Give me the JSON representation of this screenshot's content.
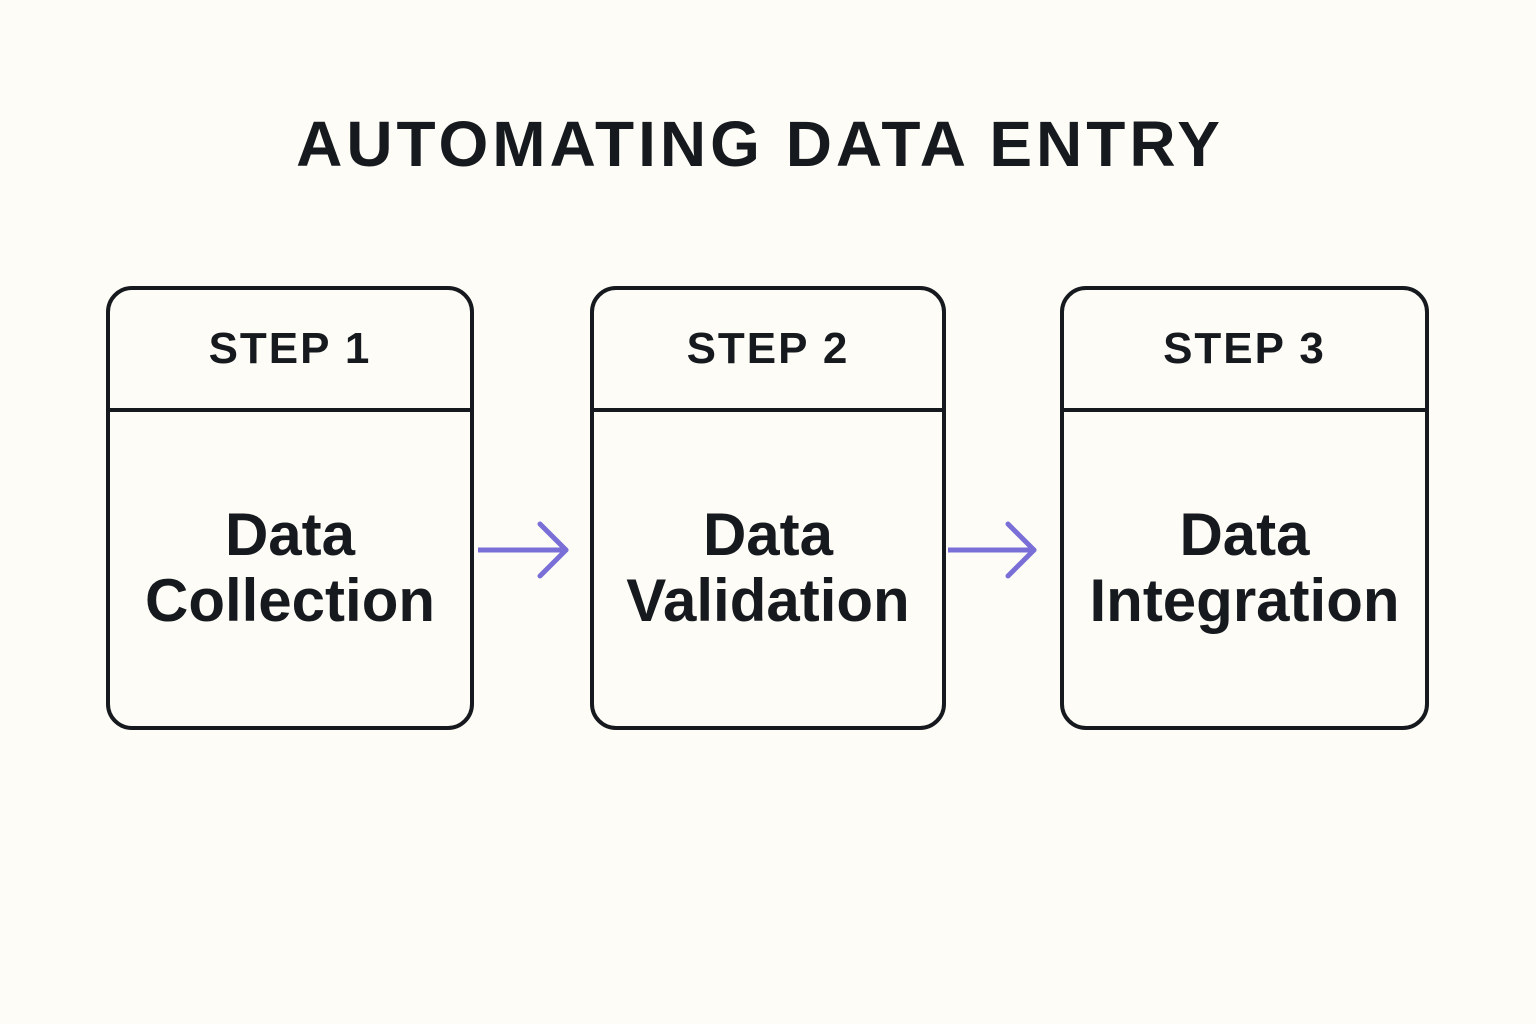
{
  "title": "AUTOMATING DATA ENTRY",
  "steps": [
    {
      "label": "STEP 1",
      "name_line1": "Data",
      "name_line2": "Collection"
    },
    {
      "label": "STEP 2",
      "name_line1": "Data",
      "name_line2": "Validation"
    },
    {
      "label": "STEP 3",
      "name_line1": "Data",
      "name_line2": "Integration"
    }
  ],
  "colors": {
    "background": "#fdfcf7",
    "ink": "#16191d",
    "arrow": "#7a6fd6"
  }
}
